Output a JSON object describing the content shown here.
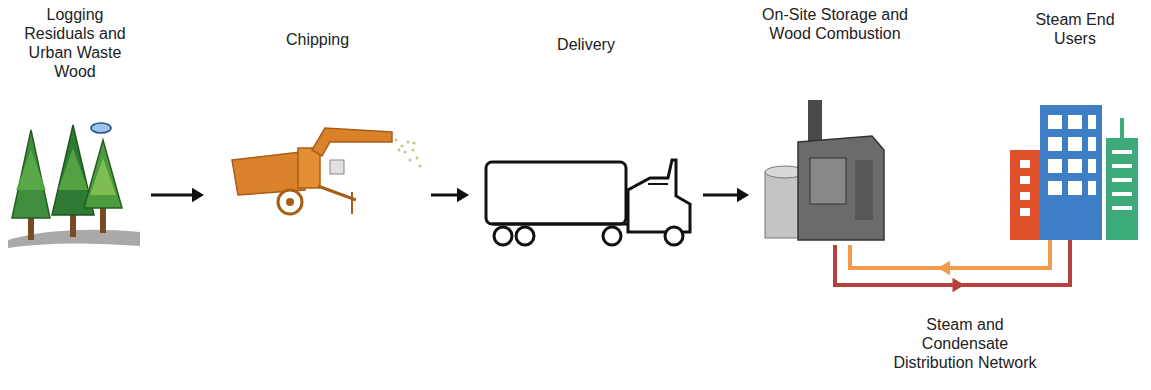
{
  "diagram": {
    "nodes": [
      {
        "text": [
          "Logging Residuals and Urban Waste Wood"
        ]
      },
      {
        "text": [
          "Chipping"
        ]
      },
      {
        "text": [
          "Delivery"
        ]
      },
      {
        "text": [
          "On-Site Storage and Wood Combustion"
        ]
      },
      {
        "text": [
          "Steam End Users"
        ]
      }
    ],
    "edges": [
      {
        "from": 0,
        "to": 1,
        "arrow": "to"
      },
      {
        "from": 1,
        "to": 2,
        "arrow": "to"
      },
      {
        "from": 2,
        "to": 3,
        "arrow": "to"
      },
      {
        "from": 3,
        "to": 4,
        "arrow": "to"
      },
      {
        "from": 4,
        "to": 3,
        "arrow": "to"
      }
    ],
    "labels": [
      "Steam and Condensate Distribution Network"
    ]
  }
}
